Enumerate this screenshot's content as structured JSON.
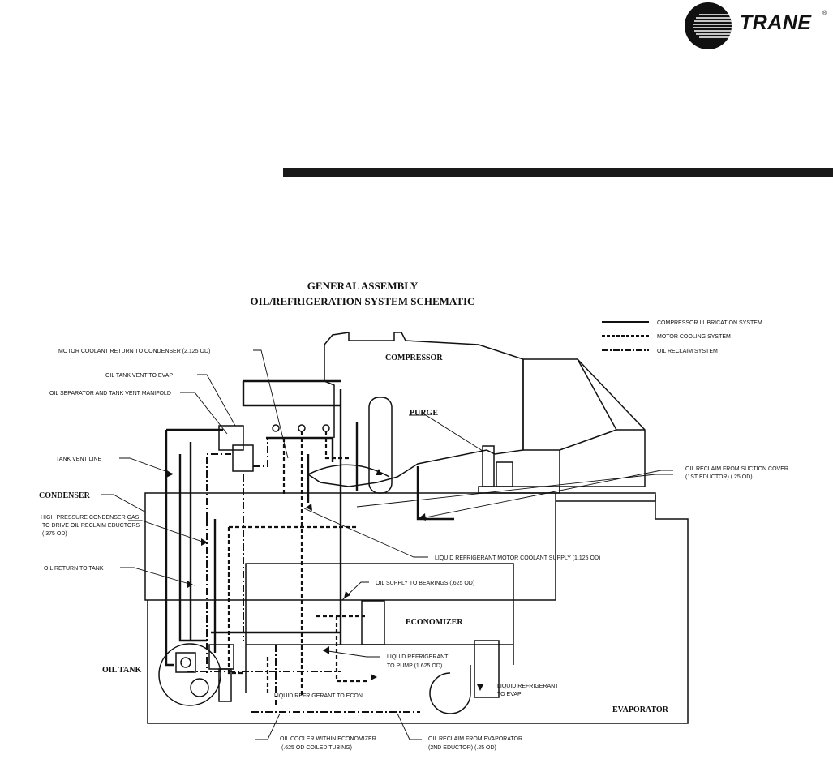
{
  "header": {
    "brand": "TRANE",
    "registered": "®"
  },
  "diagram": {
    "title_line1": "GENERAL ASSEMBLY",
    "title_line2": "OIL/REFRIGERATION SYSTEM SCHEMATIC",
    "legend": [
      {
        "label": "COMPRESSOR LUBRICATION SYSTEM",
        "style": "solid"
      },
      {
        "label": "MOTOR COOLING SYSTEM",
        "style": "dashed"
      },
      {
        "label": "OIL RECLAIM SYSTEM",
        "style": "dash-dot"
      }
    ],
    "components": {
      "compressor": "COMPRESSOR",
      "purge": "PURGE",
      "condenser": "CONDENSER",
      "economizer": "ECONOMIZER",
      "oil_tank": "OIL TANK",
      "evaporator": "EVAPORATOR"
    },
    "callouts": {
      "motor_coolant_return": "MOTOR COOLANT RETURN TO CONDENSER (2.125 OD)",
      "oil_tank_vent": "OIL TANK VENT TO EVAP",
      "oil_separator": "OIL SEPARATOR AND TANK VENT MANIFOLD",
      "tank_vent_line": "TANK VENT LINE",
      "hp_gas_1": "HIGH PRESSURE CONDENSER GAS",
      "hp_gas_2": "TO DRIVE OIL RECLAIM EDUCTORS",
      "hp_gas_3": "(.375 OD)",
      "oil_return": "OIL RETURN TO TANK",
      "suction_cover_1": "OIL RECLAIM FROM SUCTION COVER",
      "suction_cover_2": "(1ST EDUCTOR) (.25 OD)",
      "motor_coolant_supply": "LIQUID REFRIGERANT MOTOR COOLANT SUPPLY (1.125 OD)",
      "oil_supply": "OIL SUPPLY TO BEARINGS (.625 OD)",
      "liq_to_pump_1": "LIQUID REFRIGERANT",
      "liq_to_pump_2": "TO PUMP (1.625 OD)",
      "liq_to_econ": "LIQUID REFRIGERANT TO ECON",
      "liq_to_evap_1": "LIQUID REFRIGERANT",
      "liq_to_evap_2": "TO EVAP",
      "oil_cooler_1": "OIL COOLER WITHIN ECONOMIZER",
      "oil_cooler_2": "(.625 OD COILED TUBING)",
      "reclaim_evap_1": "OIL RECLAIM FROM EVAPORATOR",
      "reclaim_evap_2": "(2ND EDUCTOR) (.25 OD)"
    }
  }
}
